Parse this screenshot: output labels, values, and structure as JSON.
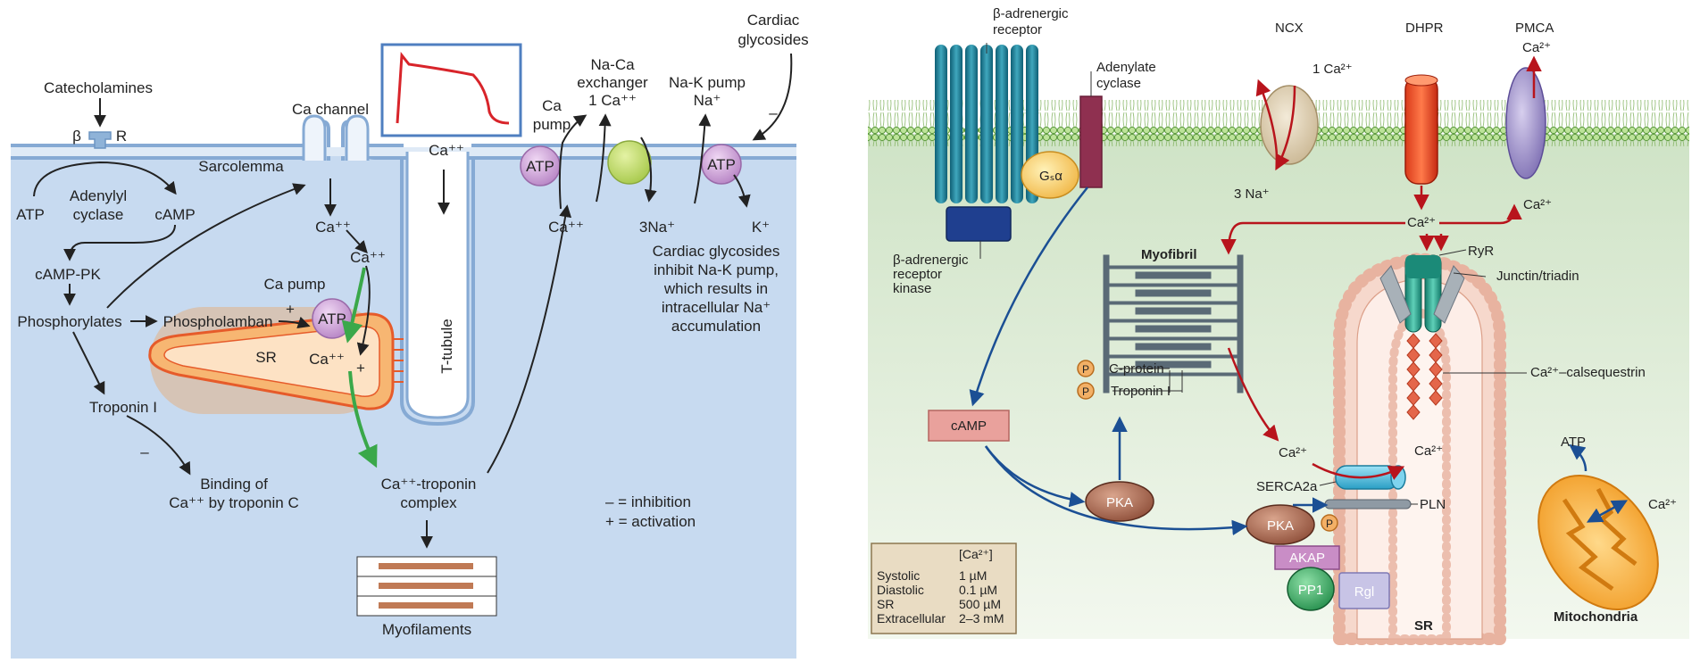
{
  "left_panel": {
    "catecholamines": "Catecholamines",
    "beta": "β",
    "r": "R",
    "adenylyl": "Adenylyl",
    "cyclase": "cyclase",
    "atp": "ATP",
    "camp": "cAMP",
    "camp_pk": "cAMP-PK",
    "phosphorylates": "Phosphorylates",
    "phospholamban": "Phospholamban",
    "troponin_i": "Troponin I",
    "binding_l1": "Binding of",
    "binding_l2": "Ca⁺⁺ by troponin C",
    "sarcolemma": "Sarcolemma",
    "ca_channel": "Ca channel",
    "ca_pp": "Ca⁺⁺",
    "ca_pump": "Ca pump",
    "sr": "SR",
    "t_tubule": "T-tubule",
    "complex_l1": "Ca⁺⁺-troponin",
    "complex_l2": "complex",
    "myofilaments": "Myofilaments",
    "ca_pump_right_l1": "Ca",
    "ca_pump_right_l2": "pump",
    "naca_l1": "Na-Ca",
    "naca_l2": "exchanger",
    "naca_l3": "1 Ca⁺⁺",
    "nak_l1": "Na-K pump",
    "nak_l2": "Na⁺",
    "glyco_l1": "Cardiac",
    "glyco_l2": "glycosides",
    "three_na": "3Na⁺",
    "k_plus": "K⁺",
    "note_l1": "Cardiac glycosides",
    "note_l2": "inhibit Na-K pump,",
    "note_l3": "which results in",
    "note_l4": "intracellular Na⁺",
    "note_l5": "accumulation",
    "minus": "–",
    "plus": "+",
    "legend_inhibition": "– = inhibition",
    "legend_activation": "+ = activation"
  },
  "right_panel": {
    "beta_receptor_l1": "β-adrenergic",
    "beta_receptor_l2": "receptor",
    "adenylate_l1": "Adenylate",
    "adenylate_l2": "cyclase",
    "gsa": "Gₛα",
    "brk_l1": "β-adrenergic",
    "brk_l2": "receptor",
    "brk_l3": "kinase",
    "ncx": "NCX",
    "dhpr": "DHPR",
    "pmca": "PMCA",
    "one_ca": "1 Ca²⁺",
    "three_na": "3 Na⁺",
    "ca2": "Ca²⁺",
    "myofibril": "Myofibril",
    "c_protein": "C-protein",
    "troponin_i": "Troponin I",
    "p": "P",
    "camp": "cAMP",
    "pka": "PKA",
    "ryr": "RyR",
    "junctin": "Junctin/triadin",
    "calsequestrin": "Ca²⁺–calsequestrin",
    "serca": "SERCA2a",
    "pln": "PLN",
    "akap": "AKAP",
    "pp1": "PP1",
    "rgl": "Rgl",
    "sr": "SR",
    "atp": "ATP",
    "mitochondria": "Mitochondria",
    "table": {
      "header": "[Ca²⁺]",
      "rows": [
        {
          "label": "Systolic",
          "value": "1 µM"
        },
        {
          "label": "Diastolic",
          "value": "0.1 µM"
        },
        {
          "label": "SR",
          "value": "500 µM"
        },
        {
          "label": "Extracellular",
          "value": "2–3 mM"
        }
      ]
    }
  },
  "colors": {
    "left_bg": "#c7daf0",
    "membrane": "#9dbde0",
    "sr_fill": "#f7b672",
    "right_bg": "#d9ead0",
    "red_arrow": "#b8141c",
    "blue_arrow": "#1b4f94",
    "green_arrow": "#3aa84a"
  }
}
